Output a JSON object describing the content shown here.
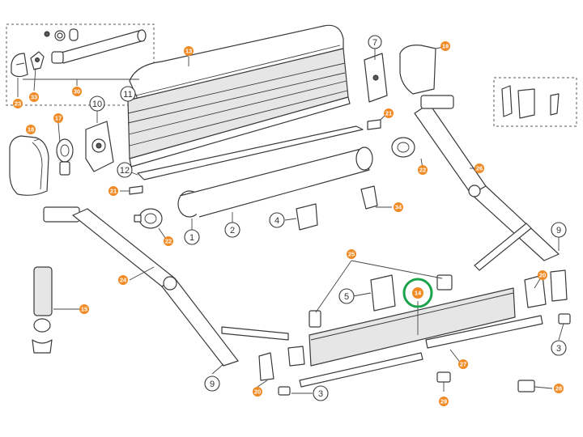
{
  "highlight_color": "#1aa34a",
  "callout_orange_color": "#f08a24",
  "callouts": [
    {
      "id": "c13",
      "label": "13",
      "style": "orange"
    },
    {
      "id": "c7",
      "label": "7",
      "style": "outline"
    },
    {
      "id": "c19",
      "label": "19",
      "style": "orange"
    },
    {
      "id": "c11",
      "label": "11",
      "style": "outline"
    },
    {
      "id": "c10",
      "label": "10",
      "style": "outline"
    },
    {
      "id": "c17",
      "label": "17",
      "style": "orange"
    },
    {
      "id": "c18",
      "label": "18",
      "style": "orange"
    },
    {
      "id": "c23",
      "label": "23",
      "style": "orange"
    },
    {
      "id": "c33",
      "label": "33",
      "style": "orange"
    },
    {
      "id": "c30",
      "label": "30",
      "style": "orange"
    },
    {
      "id": "c21a",
      "label": "21",
      "style": "orange"
    },
    {
      "id": "c21b",
      "label": "21",
      "style": "orange"
    },
    {
      "id": "c12",
      "label": "12",
      "style": "outline"
    },
    {
      "id": "c22a",
      "label": "22",
      "style": "orange"
    },
    {
      "id": "c22b",
      "label": "22",
      "style": "orange"
    },
    {
      "id": "c26",
      "label": "26",
      "style": "orange"
    },
    {
      "id": "c1",
      "label": "1",
      "style": "outline"
    },
    {
      "id": "c2",
      "label": "2",
      "style": "outline"
    },
    {
      "id": "c4",
      "label": "4",
      "style": "outline"
    },
    {
      "id": "c34",
      "label": "34",
      "style": "orange"
    },
    {
      "id": "c9a",
      "label": "9",
      "style": "outline"
    },
    {
      "id": "c24",
      "label": "24",
      "style": "orange"
    },
    {
      "id": "c25",
      "label": "25",
      "style": "orange"
    },
    {
      "id": "c20a",
      "label": "20",
      "style": "orange"
    },
    {
      "id": "c5",
      "label": "5",
      "style": "outline"
    },
    {
      "id": "c14",
      "label": "14",
      "style": "orange"
    },
    {
      "id": "c15",
      "label": "15",
      "style": "orange"
    },
    {
      "id": "c3a",
      "label": "3",
      "style": "outline"
    },
    {
      "id": "c27",
      "label": "27",
      "style": "orange"
    },
    {
      "id": "c9b",
      "label": "9",
      "style": "outline"
    },
    {
      "id": "c20b",
      "label": "20",
      "style": "orange"
    },
    {
      "id": "c3b",
      "label": "3",
      "style": "outline"
    },
    {
      "id": "c29",
      "label": "29",
      "style": "orange"
    },
    {
      "id": "c28",
      "label": "28",
      "style": "orange"
    }
  ]
}
